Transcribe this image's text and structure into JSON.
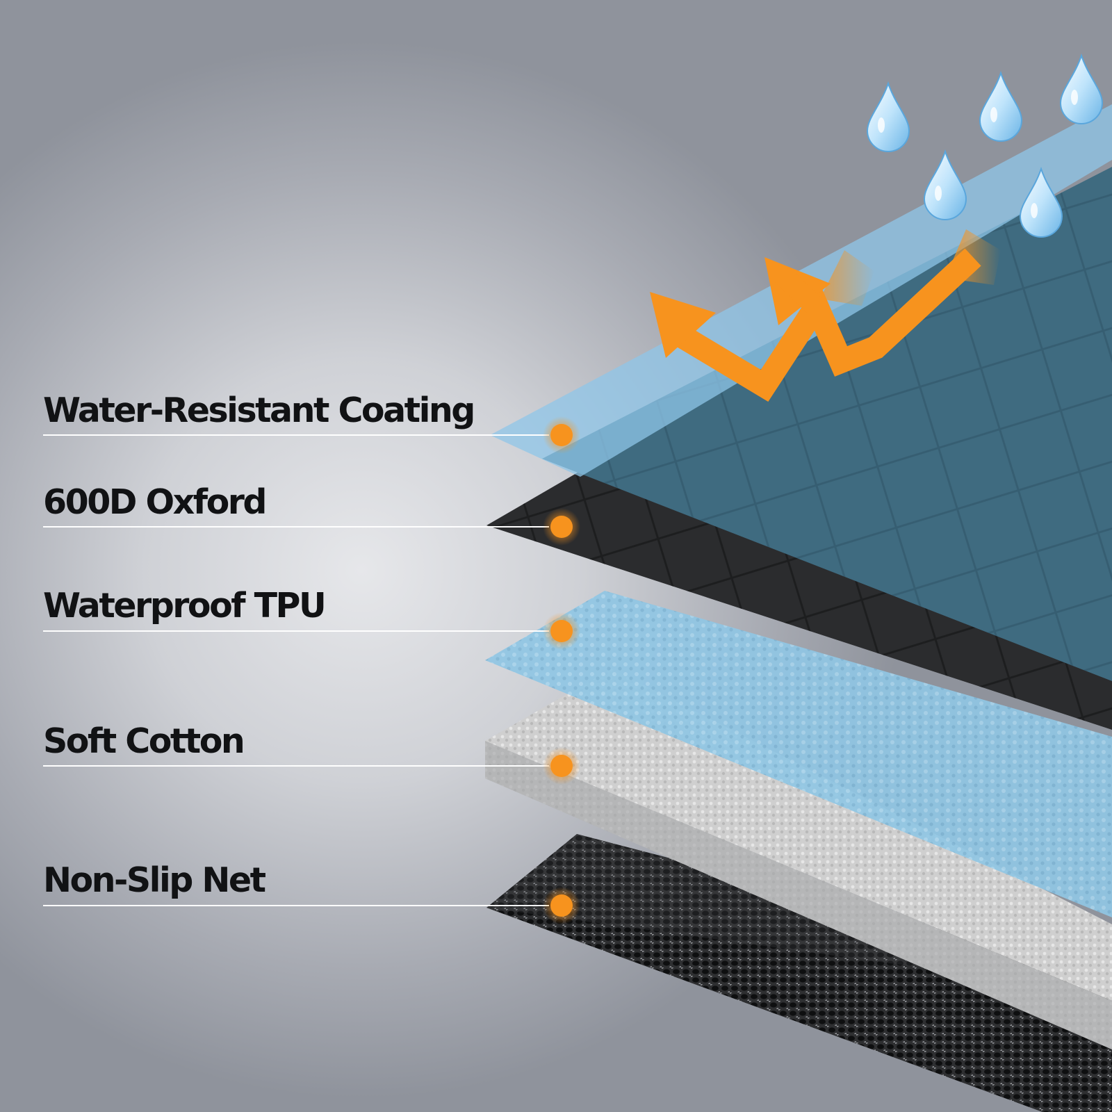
{
  "layers": [
    {
      "label": "Water-Resistant Coating"
    },
    {
      "label": "600D Oxford"
    },
    {
      "label": "Waterproof TPU"
    },
    {
      "label": "Soft Cotton"
    },
    {
      "label": "Non-Slip Net"
    }
  ],
  "colors": {
    "accent_orange": "#f7931e",
    "coating_blue": "#8fc6e8",
    "teal_fabric": "#3f6b80",
    "oxford_black": "#2a2b2d",
    "cotton_gray": "#c9c9c9",
    "net_dark": "#3a3b3d",
    "label_text": "#111214",
    "rule_line": "#ffffff"
  },
  "icons": [
    "water-drop-icon",
    "breathable-arrow-icon",
    "marker-dot-icon"
  ]
}
